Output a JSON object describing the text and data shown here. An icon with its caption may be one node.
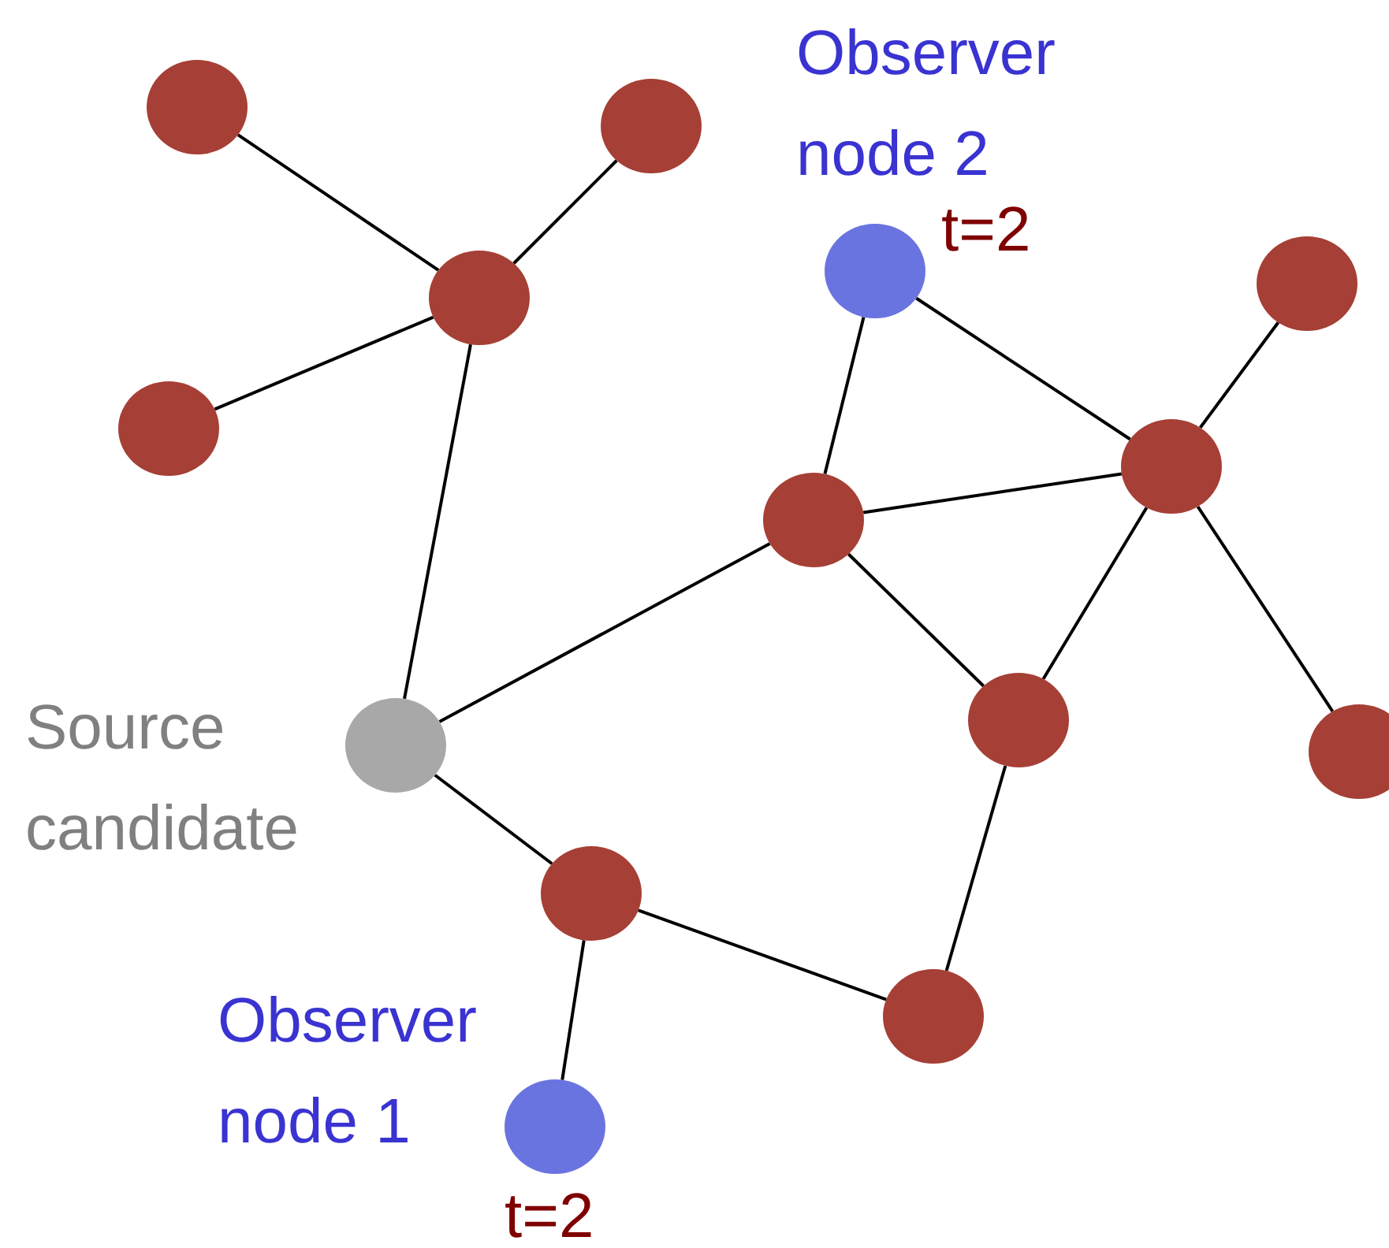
{
  "diagram": {
    "nodes": [
      {
        "text": [],
        "shape": "circle"
      },
      {
        "text": [],
        "shape": "circle"
      },
      {
        "text": [],
        "shape": "circle"
      },
      {
        "text": [],
        "shape": "circle"
      },
      {
        "text": [],
        "shape": "circle",
        "beside": [
          "Observer node 2",
          "t=2"
        ]
      },
      {
        "text": [],
        "shape": "circle"
      },
      {
        "text": [],
        "shape": "circle"
      },
      {
        "text": [],
        "shape": "circle"
      },
      {
        "text": [],
        "shape": "circle",
        "beside": [
          "Source candidate"
        ]
      },
      {
        "text": [],
        "shape": "circle"
      },
      {
        "text": [],
        "shape": "circle"
      },
      {
        "text": [],
        "shape": "circle"
      },
      {
        "text": [],
        "shape": "circle"
      },
      {
        "text": [],
        "shape": "circle",
        "beside": [
          "Observer node 1",
          "t=2"
        ]
      }
    ],
    "edges": [
      {
        "from": 0,
        "to": 2,
        "arrow": "none"
      },
      {
        "from": 1,
        "to": 2,
        "arrow": "none"
      },
      {
        "from": 3,
        "to": 2,
        "arrow": "none"
      },
      {
        "from": 2,
        "to": 8,
        "arrow": "none"
      },
      {
        "from": 4,
        "to": 7,
        "arrow": "none"
      },
      {
        "from": 4,
        "to": 6,
        "arrow": "none"
      },
      {
        "from": 5,
        "to": 6,
        "arrow": "none"
      },
      {
        "from": 7,
        "to": 6,
        "arrow": "none"
      },
      {
        "from": 6,
        "to": 9,
        "arrow": "none"
      },
      {
        "from": 6,
        "to": 10,
        "arrow": "none"
      },
      {
        "from": 8,
        "to": 7,
        "arrow": "none"
      },
      {
        "from": 7,
        "to": 9,
        "arrow": "none"
      },
      {
        "from": 8,
        "to": 11,
        "arrow": "none"
      },
      {
        "from": 9,
        "to": 12,
        "arrow": "none"
      },
      {
        "from": 11,
        "to": 12,
        "arrow": "none"
      },
      {
        "from": 11,
        "to": 13,
        "arrow": "none"
      }
    ]
  }
}
